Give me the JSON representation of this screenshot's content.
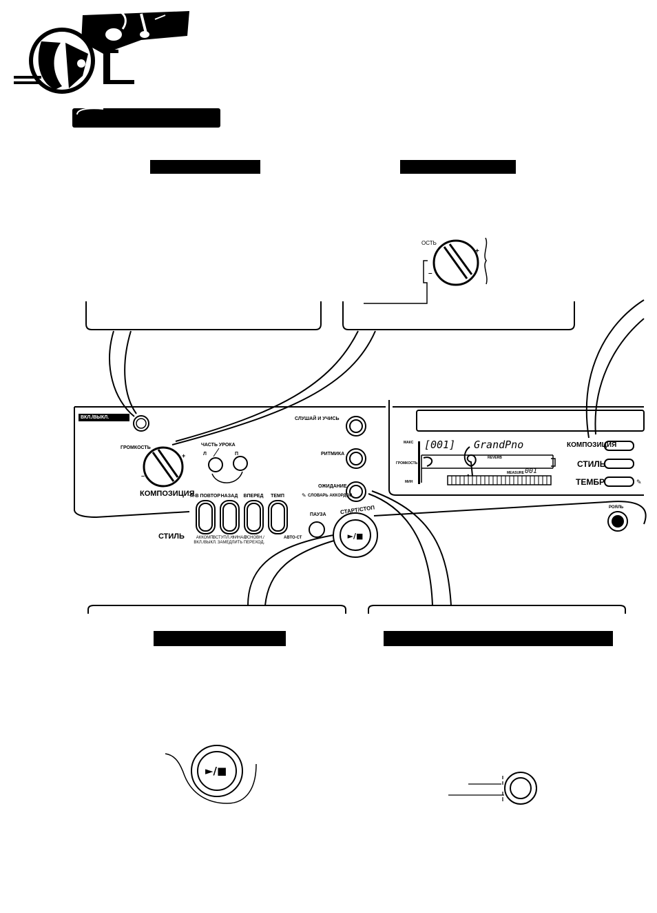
{
  "panel": {
    "power_label": "ВКЛ./ВЫКЛ.",
    "volume_label": "ГРОМКОСТЬ",
    "plus": "+",
    "minus": "–",
    "lesson_part_label": "ЧАСТЬ УРОКА",
    "left_hand": "Л",
    "right_hand": "П",
    "song_label": "КОМПОЗИЦИЯ",
    "style_label": "СТИЛЬ",
    "ab_repeat_label": "A-B ПОВТОР",
    "back_label": "НАЗАД",
    "forward_label": "ВПЕРЕД",
    "tempo_label": "ТЕМП",
    "acc_label_1": "АККОМП.",
    "acc_label_2": "ВКЛ./ВЫКЛ.",
    "intro_label_1": "ВСТУПЛ./ФИНАЛ/",
    "intro_label_2": "ЗАМЕДЛИТЬ",
    "main_label_1": "ОСНОВН./",
    "main_label_2": "ПЕРЕХОД.",
    "auto_label": "АВТО-СТ",
    "pause_label": "ПАУЗА",
    "start_stop_label": "СТАРТ/СТОП",
    "play_stop_symbol": "►/■",
    "listen_learn_label": "СЛУШАЙ И УЧИСЬ",
    "rhythm_label": "РИТМИКА",
    "wait_label": "ОЖИДАНИЕ",
    "chord_dict_label": "СЛОВАРЬ АККОРДОВ",
    "record_label": "РОЯЛЬ"
  },
  "lcd": {
    "number": "[001]",
    "name": "GrandPno",
    "max_label": "МАКС",
    "volume_label": "ГРОМКОСТЬ",
    "min_label": "МИН",
    "reverb_label": "REVERB",
    "measure_label": "MEASURE",
    "measure_value": "001"
  },
  "right_buttons": {
    "song": "КОМПОЗИЦИЯ",
    "style": "СТИЛЬ",
    "voice": "ТЕМБР"
  },
  "callout_volume": {
    "label": "ОСТЬ",
    "plus": "+",
    "minus": "–"
  },
  "callout_start": {
    "symbol": "►/■"
  }
}
